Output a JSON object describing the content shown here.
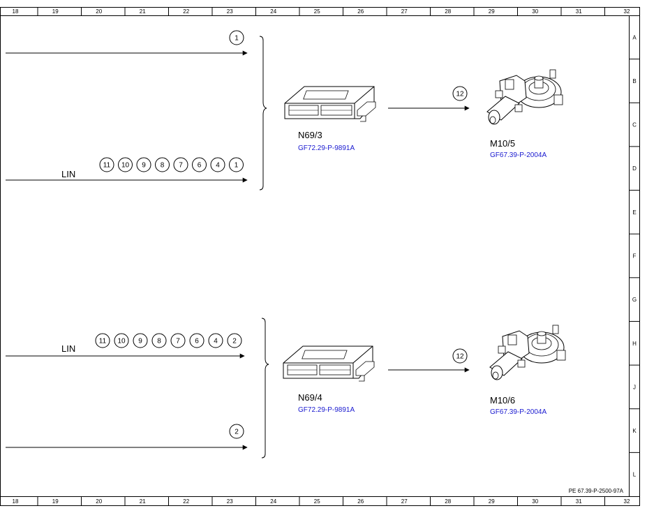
{
  "grid": {
    "columns": [
      "18",
      "19",
      "20",
      "21",
      "22",
      "23",
      "24",
      "25",
      "26",
      "27",
      "28",
      "29",
      "30",
      "31",
      "32"
    ],
    "rows": [
      "A",
      "B",
      "C",
      "D",
      "E",
      "F",
      "G",
      "H",
      "J",
      "K",
      "L"
    ]
  },
  "doc_id": "PE 67.39-P-2500-97A",
  "upper": {
    "line1_badges": [
      "1"
    ],
    "lin_label": "LIN",
    "lin_badges": [
      "11",
      "10",
      "9",
      "8",
      "7",
      "6",
      "4",
      "1"
    ],
    "module": {
      "name": "N69/3",
      "ref": "GF72.29-P-9891A"
    },
    "link_badge": "12",
    "motor": {
      "name": "M10/5",
      "ref": "GF67.39-P-2004A"
    }
  },
  "lower": {
    "lin_label": "LIN",
    "lin_badges": [
      "11",
      "10",
      "9",
      "8",
      "7",
      "6",
      "4",
      "2"
    ],
    "line2_badges": [
      "2"
    ],
    "module": {
      "name": "N69/4",
      "ref": "GF72.29-P-9891A"
    },
    "link_badge": "12",
    "motor": {
      "name": "M10/6",
      "ref": "GF67.39-P-2004A"
    }
  }
}
